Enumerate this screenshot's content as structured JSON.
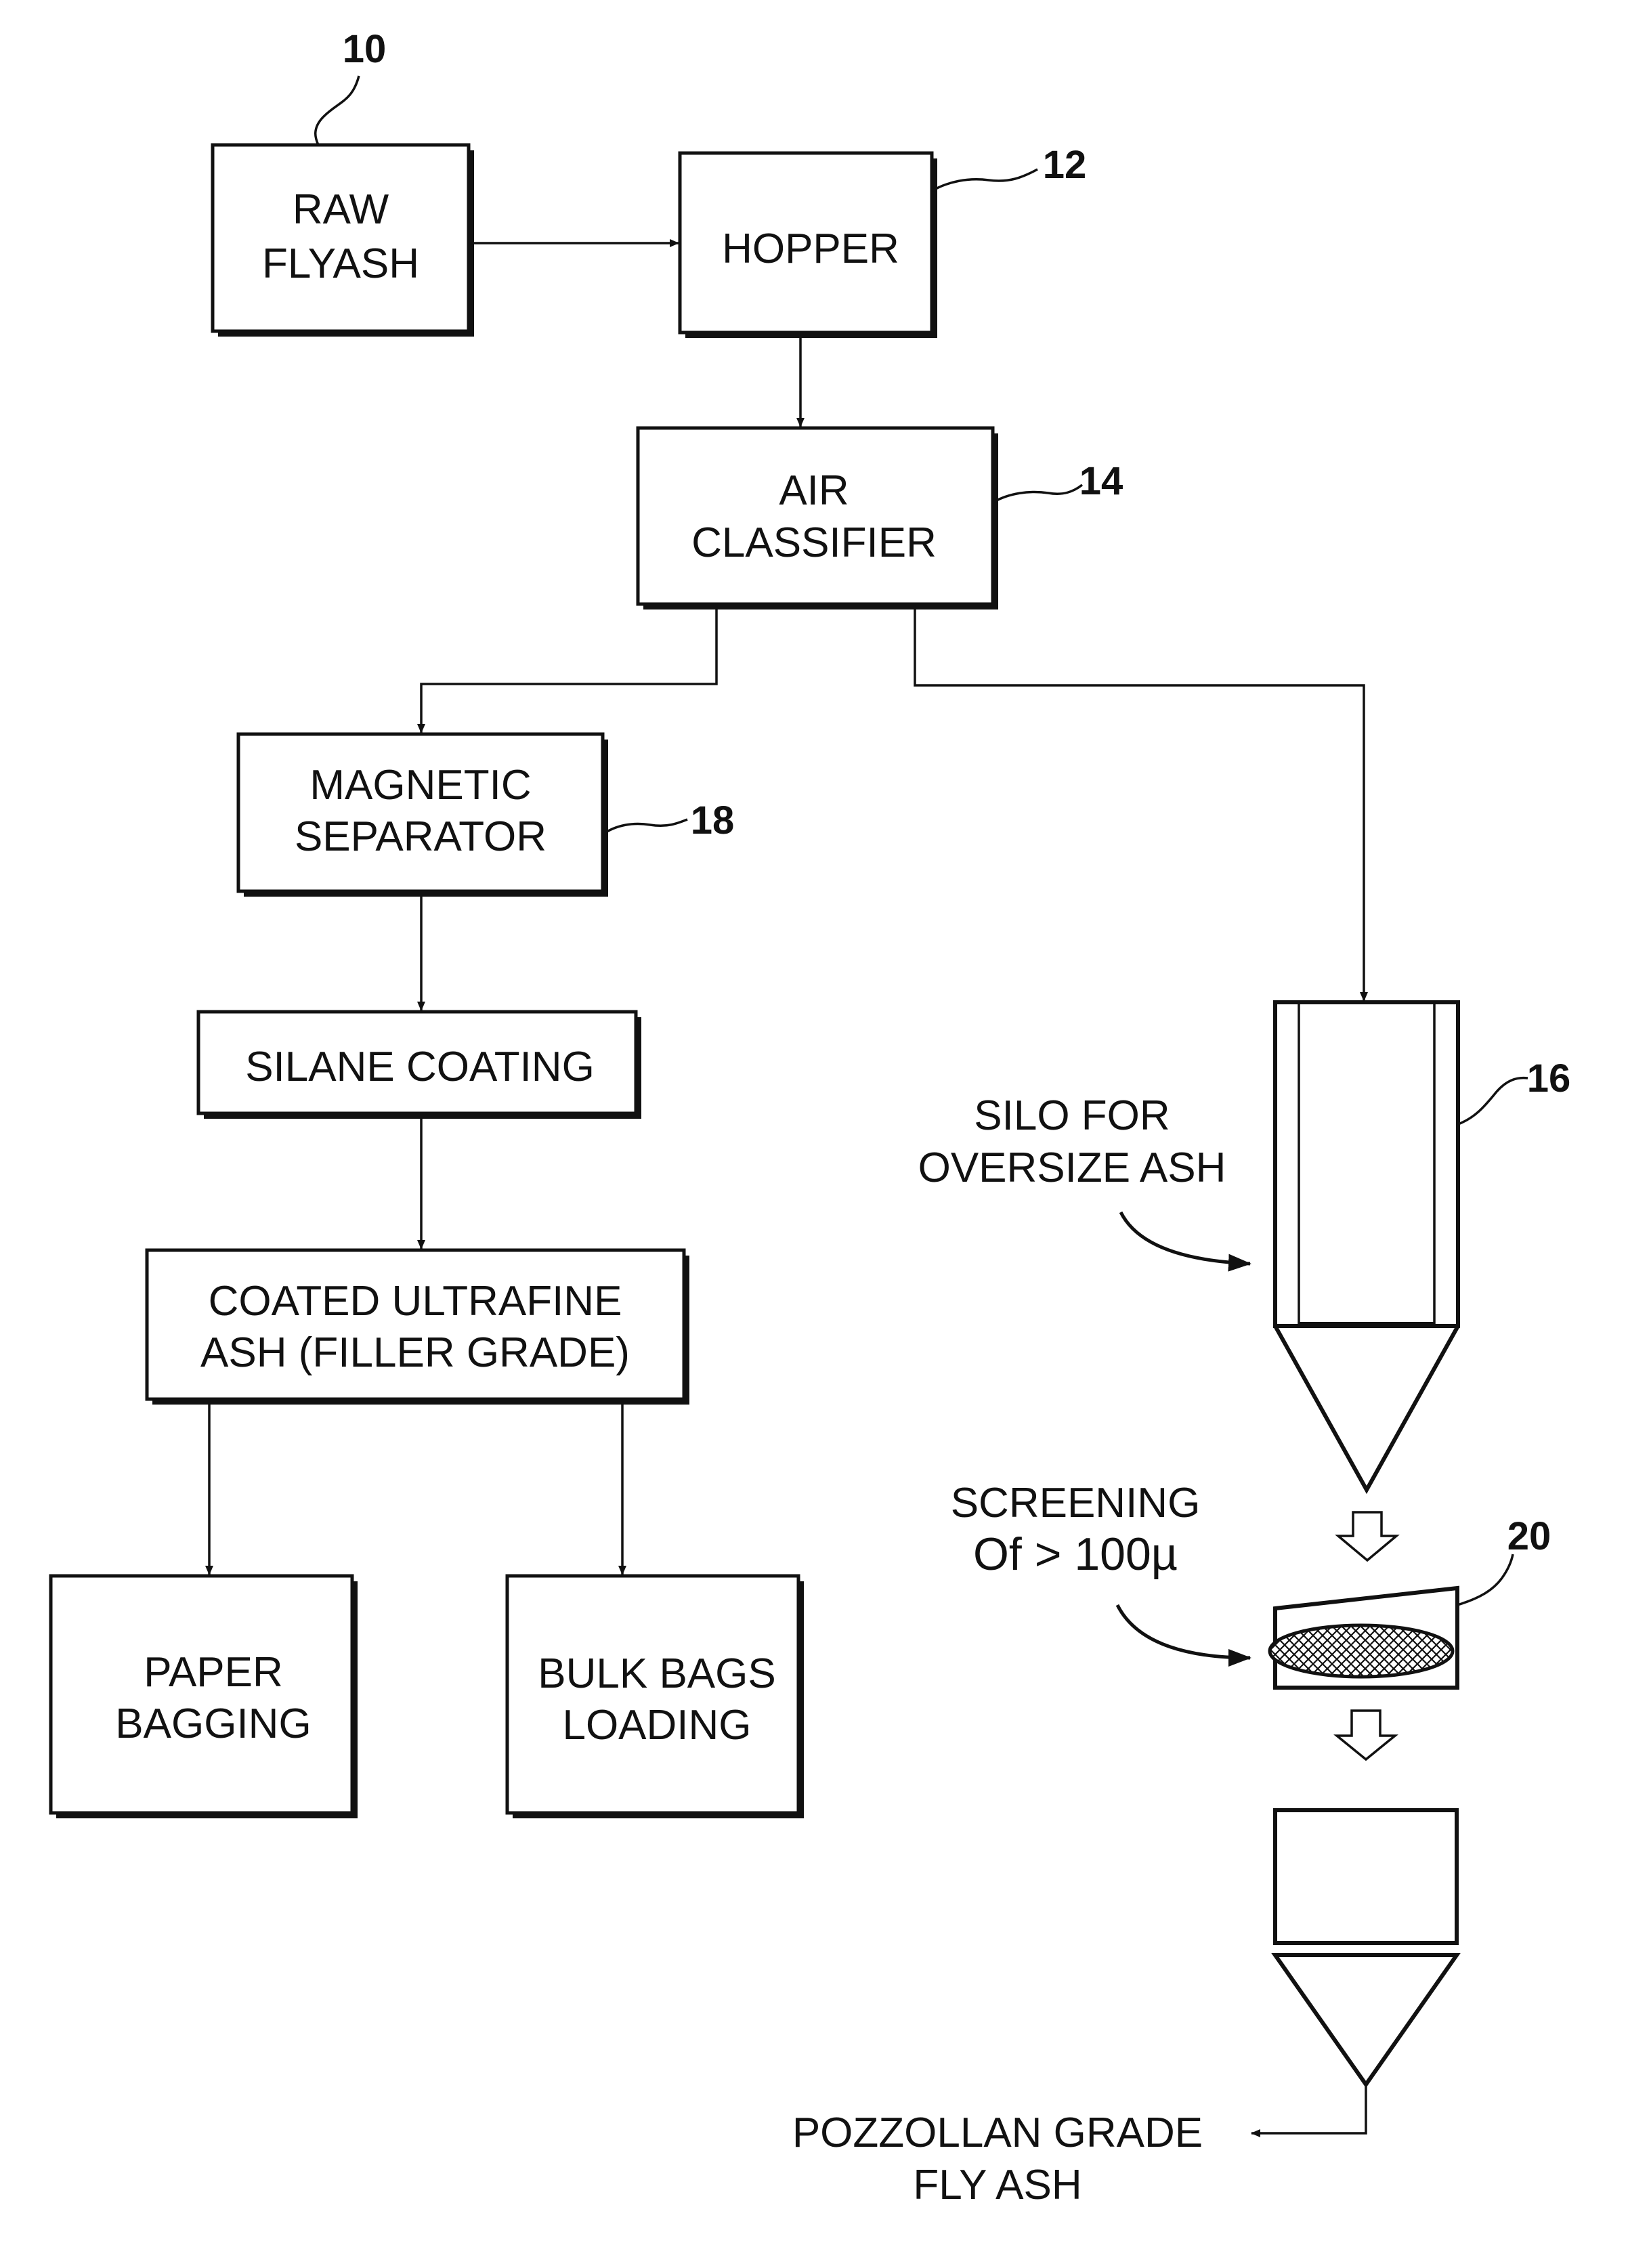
{
  "nodes": {
    "raw_flyash": {
      "line1": "RAW",
      "line2": "FLYASH"
    },
    "hopper": {
      "label": "HOPPER"
    },
    "air_classifier": {
      "line1": "AIR",
      "line2": "CLASSIFIER"
    },
    "magnetic_separator": {
      "line1": "MAGNETIC",
      "line2": "SEPARATOR"
    },
    "silane_coating": {
      "label": "SILANE COATING"
    },
    "coated_ultrafine": {
      "line1": "COATED ULTRAFINE",
      "line2": "ASH (FILLER GRADE)"
    },
    "paper_bagging": {
      "line1": "PAPER",
      "line2": "BAGGING"
    },
    "bulk_bags": {
      "line1": "BULK BAGS",
      "line2": "LOADING"
    }
  },
  "annotations": {
    "silo": {
      "line1": "SILO FOR",
      "line2": "OVERSIZE ASH"
    },
    "screening": {
      "line1": "SCREENING",
      "line2": "Of > 100µ"
    },
    "output": {
      "line1": "POZZOLLAN GRADE",
      "line2": "FLY ASH"
    }
  },
  "reference_numerals": {
    "raw_flyash": "10",
    "hopper": "12",
    "air_classifier": "14",
    "silo": "16",
    "magnetic_separator": "18",
    "screen": "20"
  }
}
